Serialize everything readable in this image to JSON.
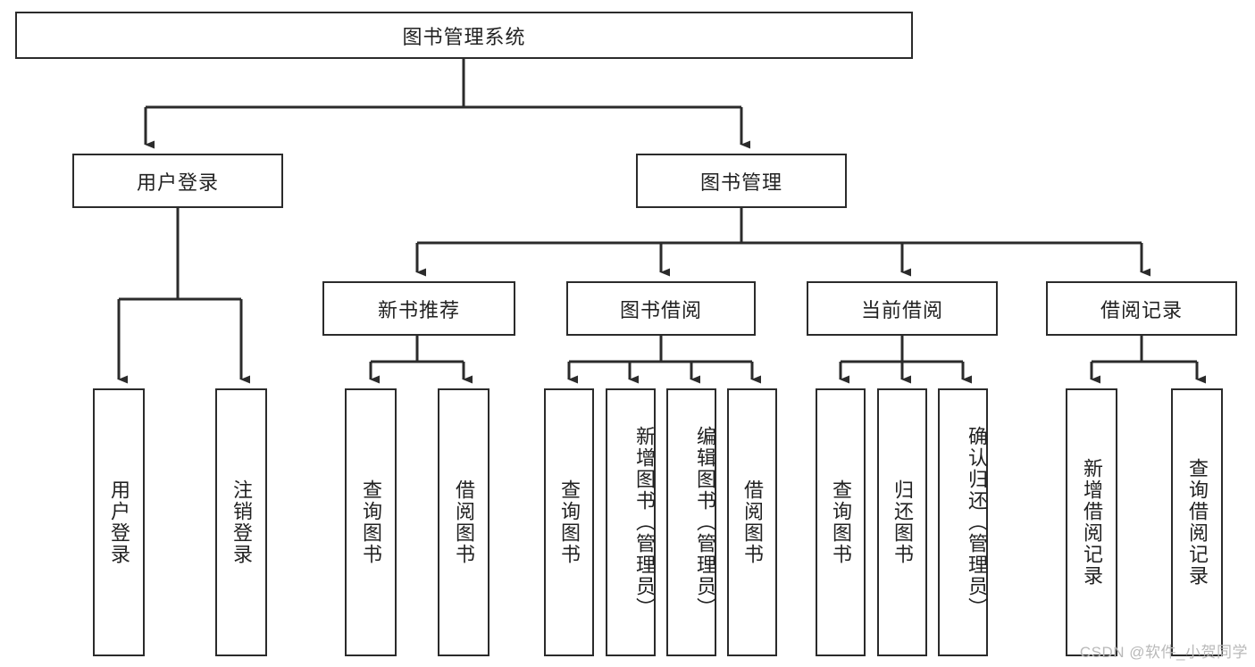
{
  "diagram": {
    "type": "tree-hierarchy",
    "title": "图书管理系统",
    "watermark": "CSDN @软件_小贺同学",
    "colors": {
      "box_border": "#2b2b2b",
      "box_fill": "#ffffff",
      "connector": "#2b2b2b",
      "text": "#222222",
      "watermark": "#b9b9b9"
    },
    "root": {
      "label": "图书管理系统"
    },
    "level2": [
      {
        "label": "用户登录"
      },
      {
        "label": "图书管理"
      }
    ],
    "level3": [
      {
        "label": "新书推荐"
      },
      {
        "label": "图书借阅"
      },
      {
        "label": "当前借阅"
      },
      {
        "label": "借阅记录"
      }
    ],
    "leaves": {
      "user_login": [
        {
          "label": "用户登录"
        },
        {
          "label": "注销登录"
        }
      ],
      "new_book_recommend": [
        {
          "label": "查询图书"
        },
        {
          "label": "借阅图书"
        }
      ],
      "book_borrow": [
        {
          "label": "查询图书"
        },
        {
          "label": "新增图书（管理员）"
        },
        {
          "label": "编辑图书（管理员）"
        },
        {
          "label": "借阅图书"
        }
      ],
      "current_borrow": [
        {
          "label": "查询图书"
        },
        {
          "label": "归还图书"
        },
        {
          "label": "确认归还（管理员）"
        }
      ],
      "borrow_record": [
        {
          "label": "新增借阅记录"
        },
        {
          "label": "查询借阅记录"
        }
      ]
    }
  }
}
